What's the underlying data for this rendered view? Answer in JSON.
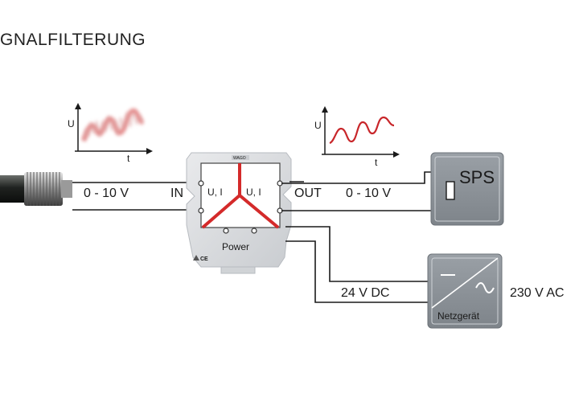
{
  "title": "GNALFILTERUNG",
  "labels": {
    "axis_u": "U",
    "axis_t": "t",
    "input_range": "0 - 10 V",
    "input_port": "IN",
    "module_left": "U, I",
    "module_right": "U, I",
    "module_power": "Power",
    "module_brand": "WAGO",
    "module_ce": "CE",
    "output_port": "OUT",
    "output_range": "0 - 10 V",
    "sps": "SPS",
    "supply_voltage": "24 V DC",
    "power_unit": "Netzgerät",
    "mains": "230 V AC"
  },
  "colors": {
    "signal_red": "#d42a2a",
    "signal_blur": "#e88a8a",
    "box_gray": "#8d939a",
    "module_gray": "#d9dbde",
    "line": "#1a1a1a"
  }
}
